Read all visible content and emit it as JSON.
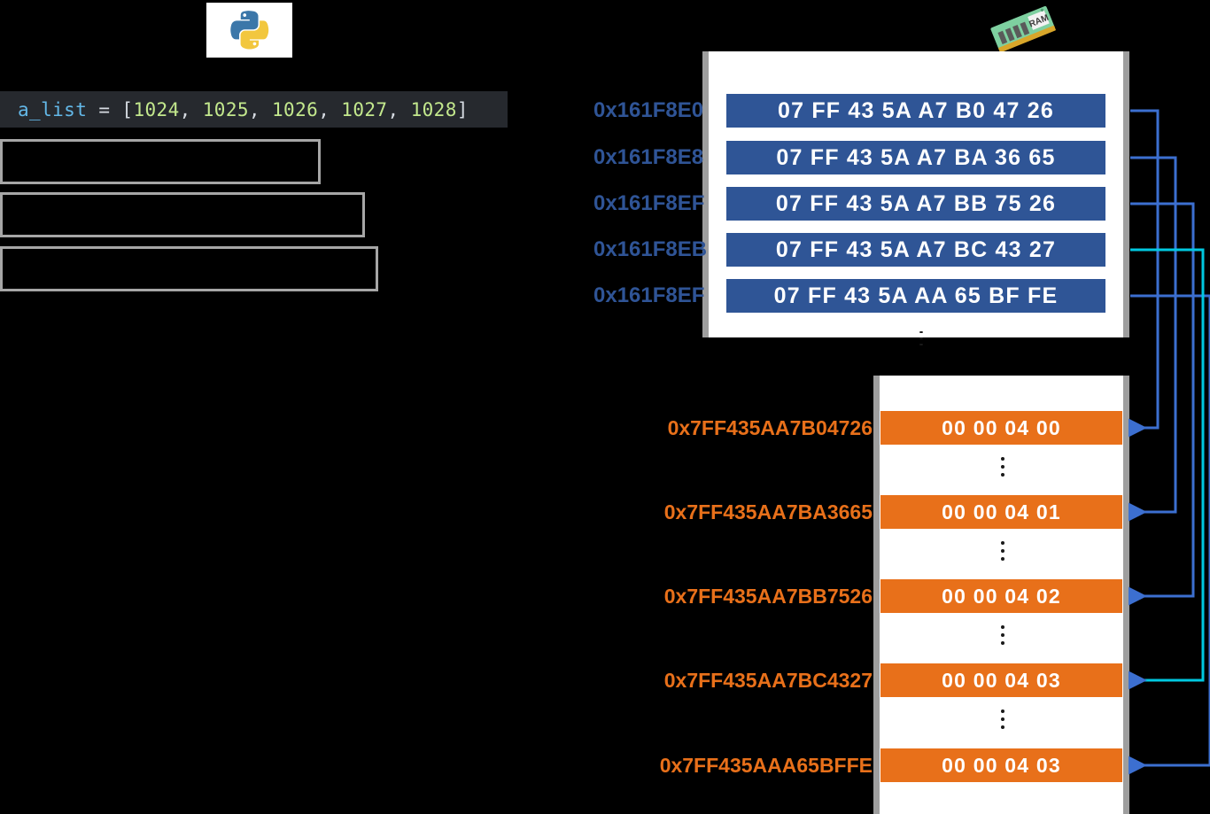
{
  "figure": {
    "title": "Python list of integers in memory",
    "colors": {
      "pointer_blue": "#2F5596",
      "value_orange": "#E8701A",
      "block_bg": "#FFFFFF",
      "rail_gray": "#9E9E9E",
      "code_bg": "#26292E",
      "connector_blue": "#3C6FD0",
      "connector_highlight": "#00C8E0",
      "canvas": "#000000"
    }
  },
  "code": {
    "variable": "a_list",
    "operator": "=",
    "open_bracket": "[",
    "close_bracket": "]",
    "separator": ", ",
    "values": [
      "1024",
      "1025",
      "1026",
      "1027",
      "1028"
    ],
    "full_text": "a_list = [1024, 1025, 1026, 1027, 1028]"
  },
  "ghost_boxes": [
    {
      "label": ""
    },
    {
      "label": ""
    },
    {
      "label": ""
    }
  ],
  "pointer_block": {
    "caption": "",
    "rows": [
      {
        "address": "0x161F8E0",
        "bytes": "07 FF 43 5A A7 B0 47 26"
      },
      {
        "address": "0x161F8E8",
        "bytes": "07 FF 43 5A A7 BA 36 65"
      },
      {
        "address": "0x161F8EF",
        "bytes": "07 FF 43 5A A7 BB 75 26"
      },
      {
        "address": "0x161F8EB",
        "bytes": "07 FF 43 5A A7 BC 43 27"
      },
      {
        "address": "0x161F8EF",
        "bytes": "07 FF 43 5A AA 65 BF FE"
      }
    ]
  },
  "value_block": {
    "caption": "",
    "rows": [
      {
        "address": "0x7FF435AA7B04726",
        "bytes": "00 00 04 00"
      },
      {
        "address": "0x7FF435AA7BA3665",
        "bytes": "00 00 04 01"
      },
      {
        "address": "0x7FF435AA7BB7526",
        "bytes": "00 00 04 02"
      },
      {
        "address": "0x7FF435AA7BC4327",
        "bytes": "00 00 04 03"
      },
      {
        "address": "0x7FF435AAA65BFFE",
        "bytes": "00 00 04 03"
      }
    ],
    "gap_marker": "⋮"
  },
  "icons": {
    "python_logo": "python-logo-icon",
    "ram_stick": "ram-module-icon"
  },
  "connectors": {
    "count": 5,
    "arrow_direction": "left",
    "description": "each pointer row links to its value row"
  }
}
